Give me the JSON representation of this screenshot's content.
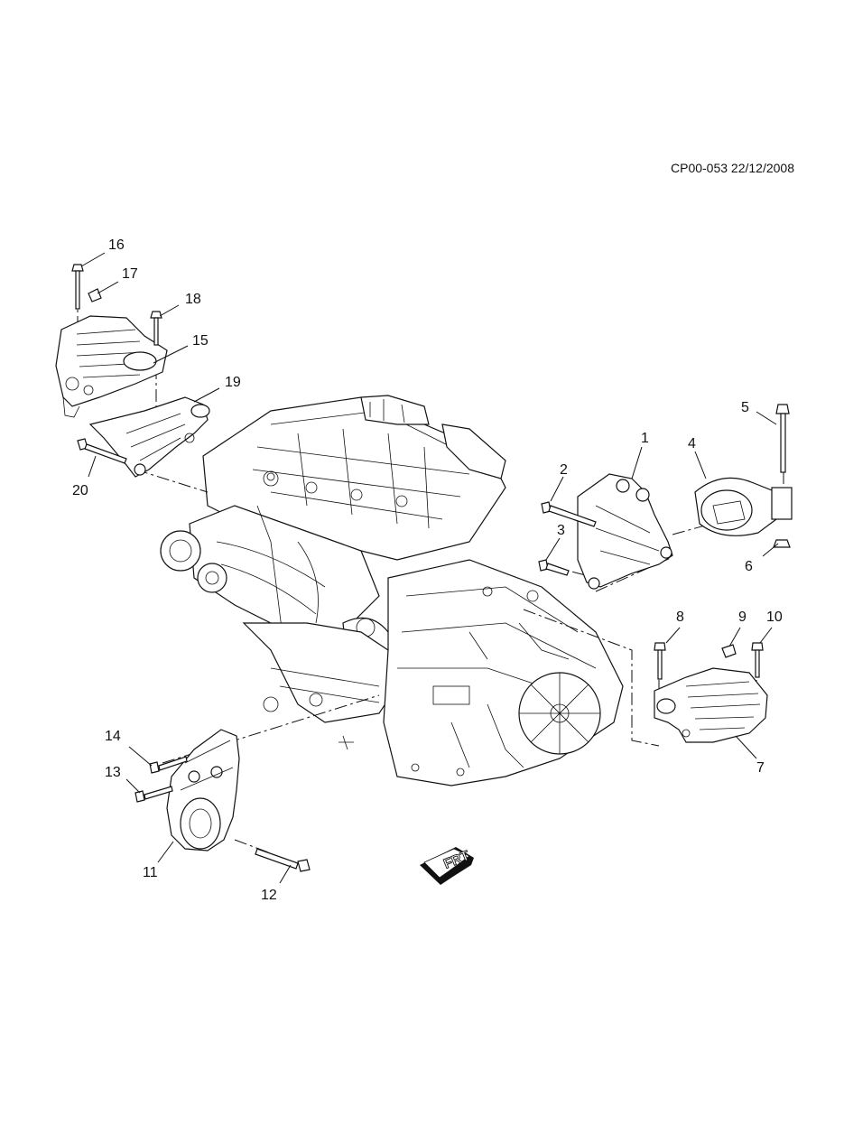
{
  "document": {
    "reference": "CP00-053 22/12/2008"
  },
  "orientation_arrow": {
    "label": "FRT"
  },
  "callouts": [
    {
      "id": "c1",
      "number": "1"
    },
    {
      "id": "c2",
      "number": "2"
    },
    {
      "id": "c3",
      "number": "3"
    },
    {
      "id": "c4",
      "number": "4"
    },
    {
      "id": "c5",
      "number": "5"
    },
    {
      "id": "c6",
      "number": "6"
    },
    {
      "id": "c7",
      "number": "7"
    },
    {
      "id": "c8",
      "number": "8"
    },
    {
      "id": "c9",
      "number": "9"
    },
    {
      "id": "c10",
      "number": "10"
    },
    {
      "id": "c11",
      "number": "11"
    },
    {
      "id": "c12",
      "number": "12"
    },
    {
      "id": "c13",
      "number": "13"
    },
    {
      "id": "c14",
      "number": "14"
    },
    {
      "id": "c15",
      "number": "15"
    },
    {
      "id": "c16",
      "number": "16"
    },
    {
      "id": "c17",
      "number": "17"
    },
    {
      "id": "c18",
      "number": "18"
    },
    {
      "id": "c19",
      "number": "19"
    },
    {
      "id": "c20",
      "number": "20"
    }
  ]
}
